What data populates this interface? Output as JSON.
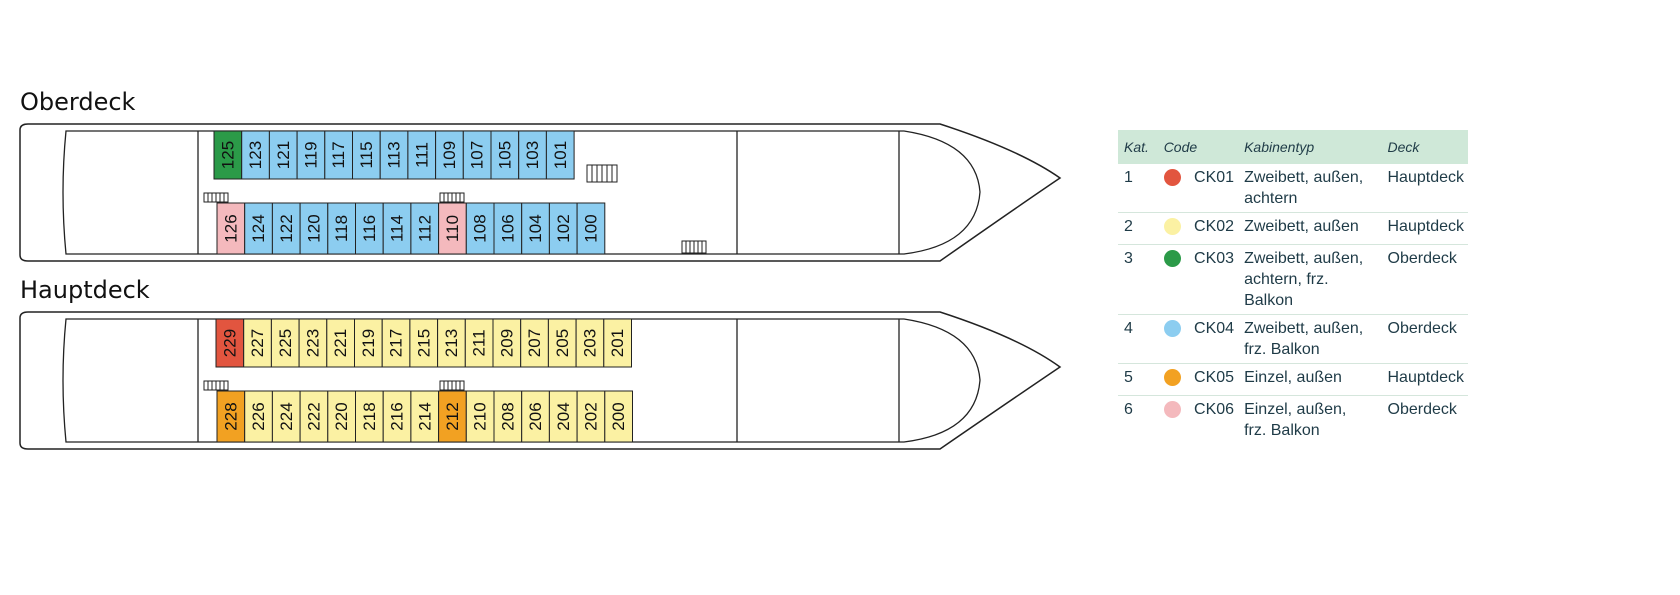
{
  "decks": {
    "upper": {
      "title": "Oberdeck",
      "row1": [
        {
          "n": "125",
          "c": "CK03"
        },
        {
          "n": "123",
          "c": "CK04"
        },
        {
          "n": "121",
          "c": "CK04"
        },
        {
          "n": "119",
          "c": "CK04"
        },
        {
          "n": "117",
          "c": "CK04"
        },
        {
          "n": "115",
          "c": "CK04"
        },
        {
          "n": "113",
          "c": "CK04"
        },
        {
          "n": "111",
          "c": "CK04"
        },
        {
          "n": "109",
          "c": "CK04"
        },
        {
          "n": "107",
          "c": "CK04"
        },
        {
          "n": "105",
          "c": "CK04"
        },
        {
          "n": "103",
          "c": "CK04"
        },
        {
          "n": "101",
          "c": "CK04"
        }
      ],
      "row2": [
        {
          "n": "126",
          "c": "CK06"
        },
        {
          "n": "124",
          "c": "CK04"
        },
        {
          "n": "122",
          "c": "CK04"
        },
        {
          "n": "120",
          "c": "CK04"
        },
        {
          "n": "118",
          "c": "CK04"
        },
        {
          "n": "116",
          "c": "CK04"
        },
        {
          "n": "114",
          "c": "CK04"
        },
        {
          "n": "112",
          "c": "CK04"
        },
        {
          "n": "110",
          "c": "CK06"
        },
        {
          "n": "108",
          "c": "CK04"
        },
        {
          "n": "106",
          "c": "CK04"
        },
        {
          "n": "104",
          "c": "CK04"
        },
        {
          "n": "102",
          "c": "CK04"
        },
        {
          "n": "100",
          "c": "CK04"
        }
      ]
    },
    "main": {
      "title": "Hauptdeck",
      "row1": [
        {
          "n": "229",
          "c": "CK01"
        },
        {
          "n": "227",
          "c": "CK02"
        },
        {
          "n": "225",
          "c": "CK02"
        },
        {
          "n": "223",
          "c": "CK02"
        },
        {
          "n": "221",
          "c": "CK02"
        },
        {
          "n": "219",
          "c": "CK02"
        },
        {
          "n": "217",
          "c": "CK02"
        },
        {
          "n": "215",
          "c": "CK02"
        },
        {
          "n": "213",
          "c": "CK02"
        },
        {
          "n": "211",
          "c": "CK02"
        },
        {
          "n": "209",
          "c": "CK02"
        },
        {
          "n": "207",
          "c": "CK02"
        },
        {
          "n": "205",
          "c": "CK02"
        },
        {
          "n": "203",
          "c": "CK02"
        },
        {
          "n": "201",
          "c": "CK02"
        }
      ],
      "row2": [
        {
          "n": "228",
          "c": "CK05"
        },
        {
          "n": "226",
          "c": "CK02"
        },
        {
          "n": "224",
          "c": "CK02"
        },
        {
          "n": "222",
          "c": "CK02"
        },
        {
          "n": "220",
          "c": "CK02"
        },
        {
          "n": "218",
          "c": "CK02"
        },
        {
          "n": "216",
          "c": "CK02"
        },
        {
          "n": "214",
          "c": "CK02"
        },
        {
          "n": "212",
          "c": "CK05"
        },
        {
          "n": "210",
          "c": "CK02"
        },
        {
          "n": "208",
          "c": "CK02"
        },
        {
          "n": "206",
          "c": "CK02"
        },
        {
          "n": "204",
          "c": "CK02"
        },
        {
          "n": "202",
          "c": "CK02"
        },
        {
          "n": "200",
          "c": "CK02"
        }
      ]
    }
  },
  "category_colors": {
    "CK01": "#e2553f",
    "CK02": "#fbf1a3",
    "CK03": "#2b9a48",
    "CK04": "#8ccdf0",
    "CK05": "#f2a122",
    "CK06": "#f4b9bd"
  },
  "legend": {
    "headers": {
      "kat": "Kat.",
      "code": "Code",
      "type": "Kabinentyp",
      "deck": "Deck"
    },
    "rows": [
      {
        "kat": "1",
        "code": "CK01",
        "type_line1": "Zweibett, außen,",
        "type_line2": "achtern",
        "deck": "Hauptdeck",
        "color": "#e2553f"
      },
      {
        "kat": "2",
        "code": "CK02",
        "type_line1": "Zweibett, außen",
        "type_line2": "",
        "deck": "Hauptdeck",
        "color": "#fbf1a3"
      },
      {
        "kat": "3",
        "code": "CK03",
        "type_line1": "Zweibett, außen,",
        "type_line2": "achtern, frz. Balkon",
        "deck": "Oberdeck",
        "color": "#2b9a48"
      },
      {
        "kat": "4",
        "code": "CK04",
        "type_line1": "Zweibett, außen,",
        "type_line2": "frz. Balkon",
        "deck": "Oberdeck",
        "color": "#8ccdf0"
      },
      {
        "kat": "5",
        "code": "CK05",
        "type_line1": "Einzel, außen",
        "type_line2": "",
        "deck": "Hauptdeck",
        "color": "#f2a122"
      },
      {
        "kat": "6",
        "code": "CK06",
        "type_line1": "Einzel, außen,",
        "type_line2": "frz. Balkon",
        "deck": "Oberdeck",
        "color": "#f4b9bd"
      }
    ]
  }
}
